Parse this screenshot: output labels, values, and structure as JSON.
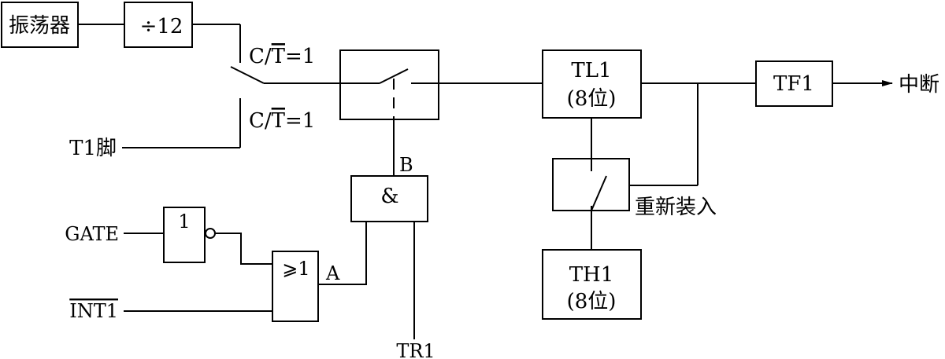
{
  "blocks": {
    "oscillator": "振荡器",
    "divider": "÷12",
    "tl1_name": "TL1",
    "tl1_bits": "(8位)",
    "th1_name": "TH1",
    "th1_bits": "(8位)",
    "tf1": "TF1",
    "and_gate": "&",
    "not_gate": "1",
    "or_gate": "⩾1"
  },
  "labels": {
    "switch_top_prefix": "C/",
    "switch_top_overbar": "T",
    "switch_top_suffix": "=1",
    "switch_bottom_prefix": "C/",
    "switch_bottom_overbar": "T",
    "switch_bottom_suffix": "=1",
    "t1_pin": "T1脚",
    "gate": "GATE",
    "int1": "INT1",
    "node_a": "A",
    "node_b": "B",
    "tr1": "TR1",
    "reload": "重新装入",
    "interrupt": "中断"
  },
  "colors": {
    "line": "#000000",
    "background": "#ffffff"
  }
}
